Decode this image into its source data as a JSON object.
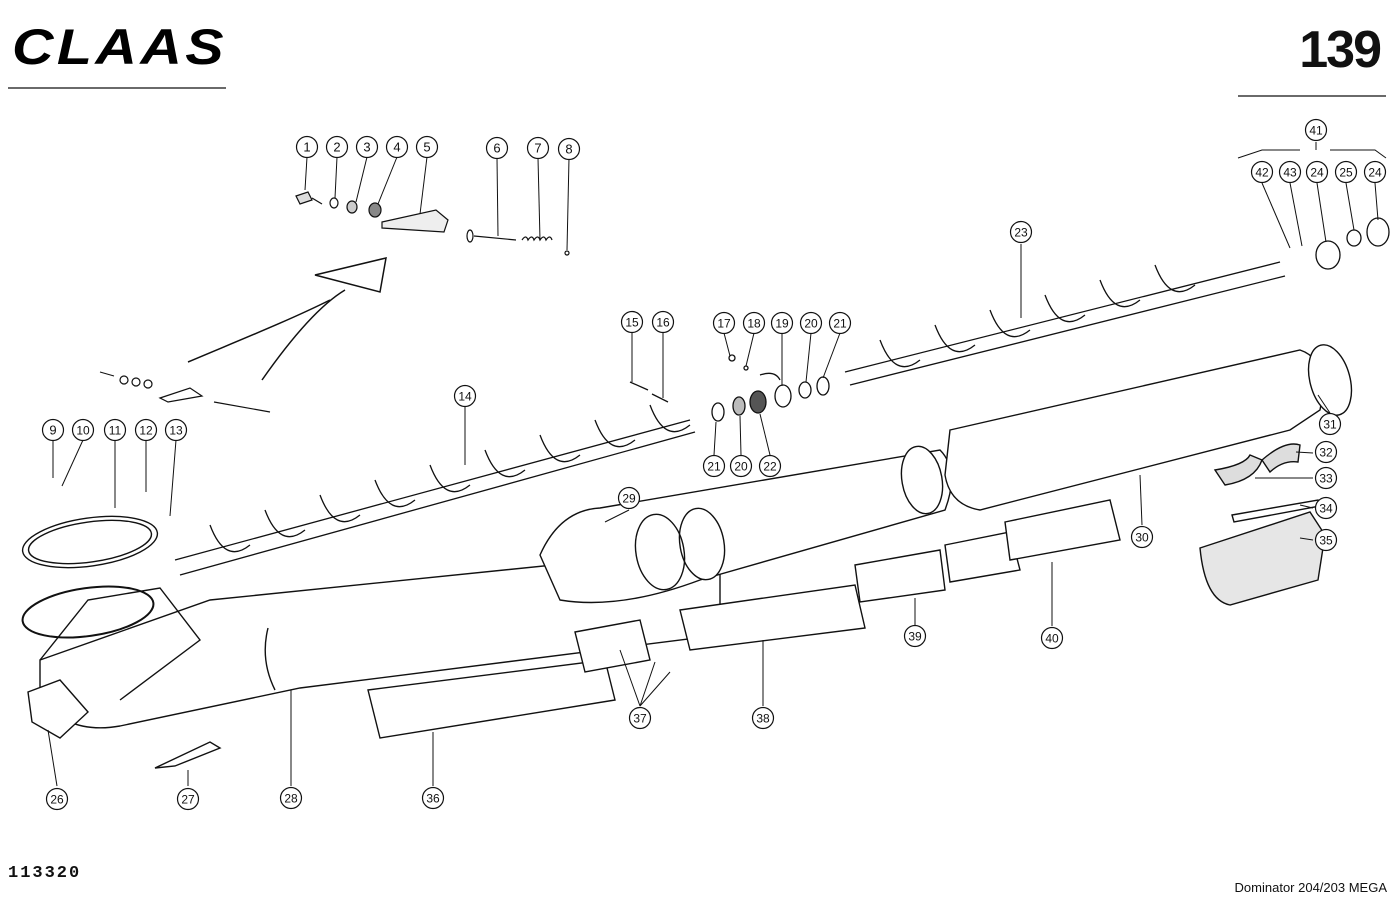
{
  "header": {
    "logo_text": "CLAAS",
    "page_number": "139"
  },
  "footer": {
    "drawing_number": "113320",
    "model": "Dominator 204/203 MEGA"
  },
  "callouts": [
    {
      "n": "1"
    },
    {
      "n": "2"
    },
    {
      "n": "3"
    },
    {
      "n": "4"
    },
    {
      "n": "5"
    },
    {
      "n": "6"
    },
    {
      "n": "7"
    },
    {
      "n": "8"
    },
    {
      "n": "9"
    },
    {
      "n": "10"
    },
    {
      "n": "11"
    },
    {
      "n": "12"
    },
    {
      "n": "13"
    },
    {
      "n": "14"
    },
    {
      "n": "15"
    },
    {
      "n": "16"
    },
    {
      "n": "17"
    },
    {
      "n": "18"
    },
    {
      "n": "19"
    },
    {
      "n": "20"
    },
    {
      "n": "21"
    },
    {
      "n": "21"
    },
    {
      "n": "20"
    },
    {
      "n": "22"
    },
    {
      "n": "23"
    },
    {
      "n": "41"
    },
    {
      "n": "42"
    },
    {
      "n": "43"
    },
    {
      "n": "24"
    },
    {
      "n": "25"
    },
    {
      "n": "24"
    },
    {
      "n": "29"
    },
    {
      "n": "30"
    },
    {
      "n": "31"
    },
    {
      "n": "32"
    },
    {
      "n": "33"
    },
    {
      "n": "34"
    },
    {
      "n": "35"
    },
    {
      "n": "39"
    },
    {
      "n": "40"
    },
    {
      "n": "38"
    },
    {
      "n": "37"
    },
    {
      "n": "36"
    },
    {
      "n": "28"
    },
    {
      "n": "27"
    },
    {
      "n": "26"
    }
  ]
}
